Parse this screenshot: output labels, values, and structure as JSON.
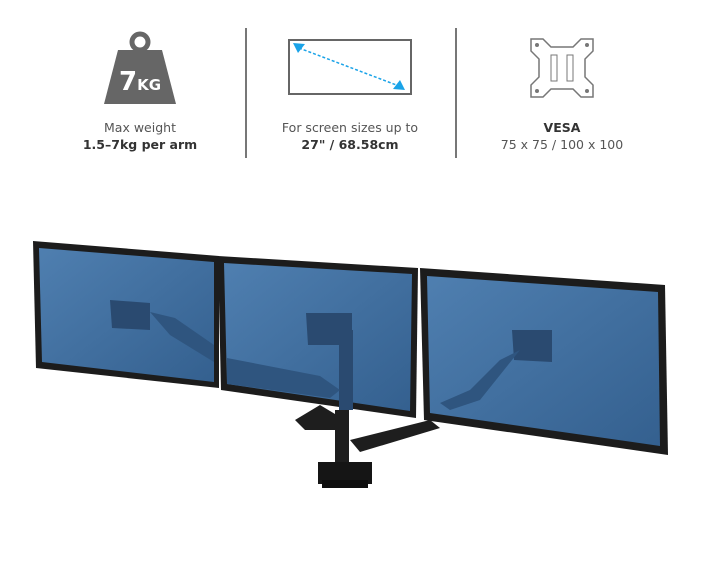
{
  "features": [
    {
      "icon": "weight-icon",
      "icon_text": "7KG",
      "line1": "Max weight",
      "line2": "1.5–7kg per arm"
    },
    {
      "icon": "screen-size-icon",
      "line1": "For screen sizes up to",
      "line2": "27\" / 68.58cm"
    },
    {
      "icon": "vesa-plate-icon",
      "line1": "VESA",
      "line2": "75 x 75 / 100 x 100"
    }
  ],
  "colors": {
    "screen": "#3e6a99",
    "bezel": "#1c1c1c",
    "accent": "#1aa3e8",
    "icon_gray": "#666666"
  }
}
